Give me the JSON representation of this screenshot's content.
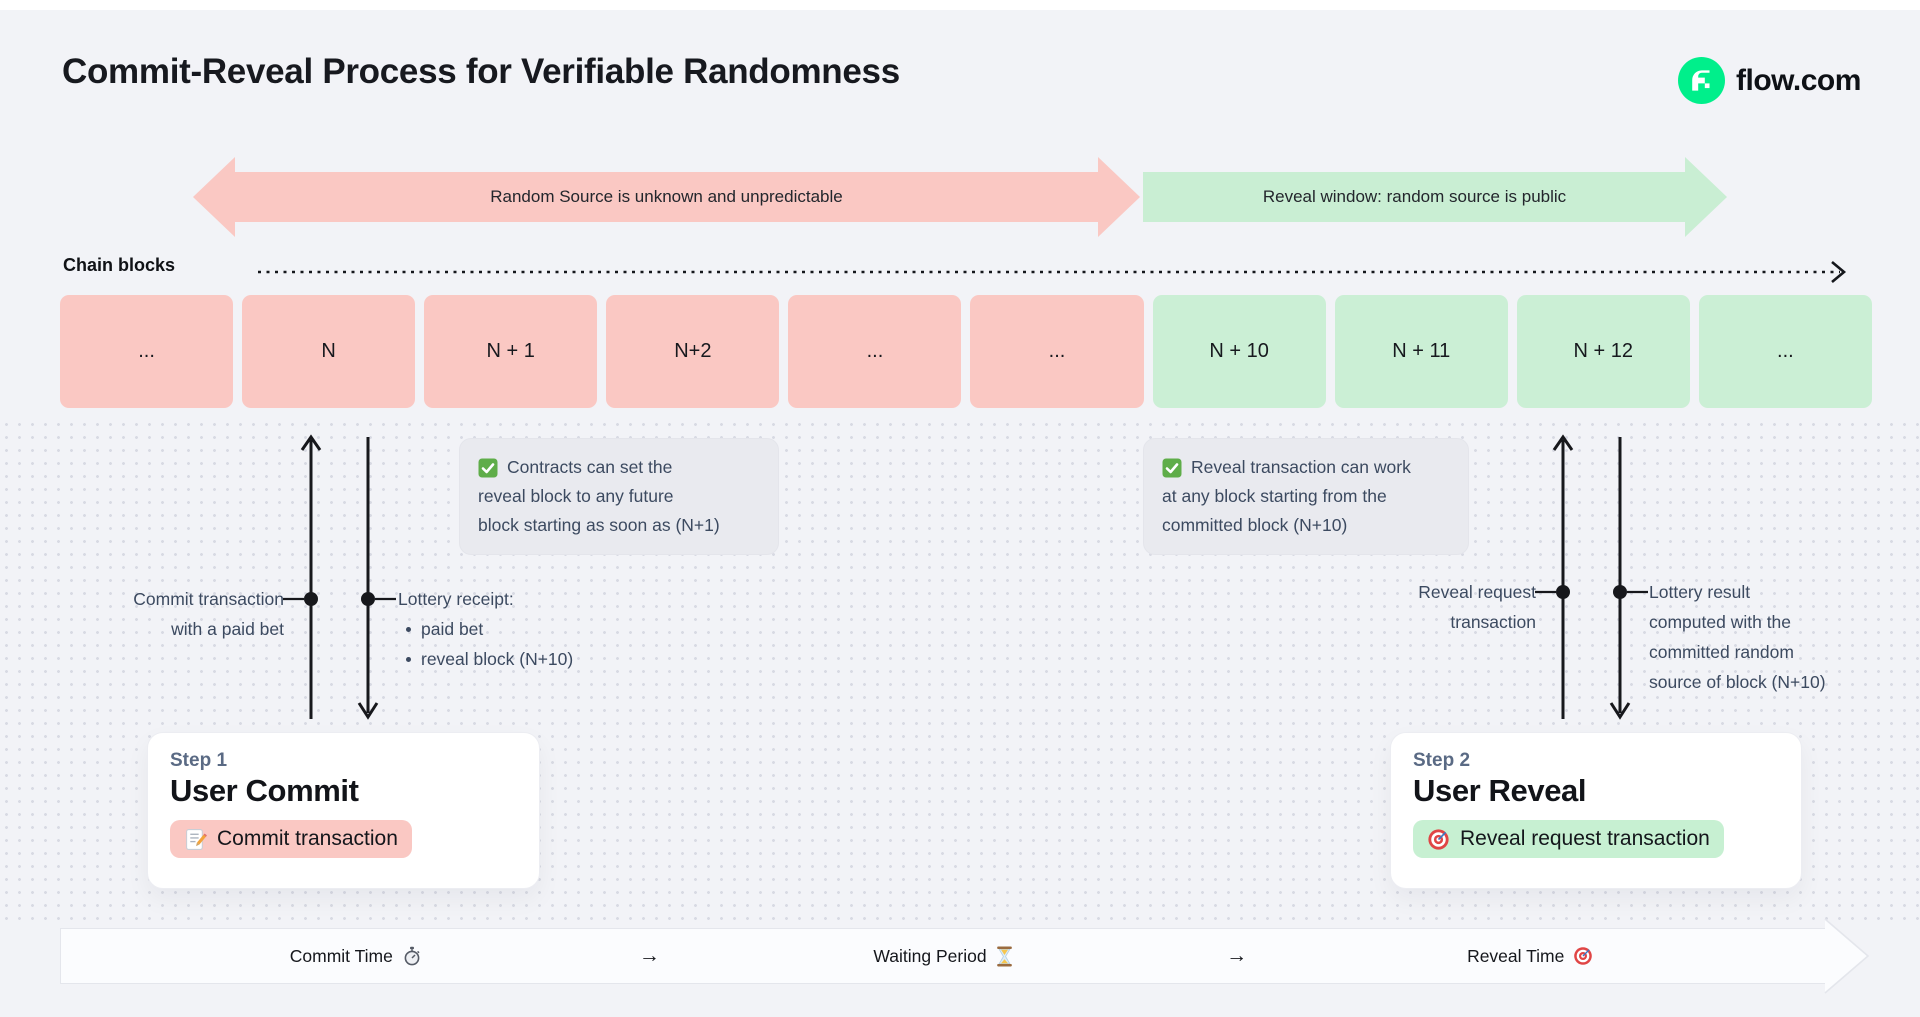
{
  "page": {
    "title": "Commit-Reveal Process for Verifiable Randomness",
    "background_color": "#F2F3F7"
  },
  "brand": {
    "label": "flow.com",
    "icon": "flow-logo-icon",
    "logo_color": "#00EF8B"
  },
  "phase_arrows": {
    "unknown": {
      "label": "Random Source is unknown and unpredictable",
      "color": "#FAC8C3",
      "direction": "double"
    },
    "reveal": {
      "label": "Reveal window: random source is public",
      "color": "#C9EED3",
      "direction": "right"
    }
  },
  "chain": {
    "label": "Chain blocks",
    "block_colors": {
      "red": "#FAC8C3",
      "green": "#CBEFD5"
    },
    "blocks": [
      {
        "label": "...",
        "tone": "red"
      },
      {
        "label": "N",
        "tone": "red"
      },
      {
        "label": "N + 1",
        "tone": "red"
      },
      {
        "label": "N+2",
        "tone": "red"
      },
      {
        "label": "...",
        "tone": "red"
      },
      {
        "label": "...",
        "tone": "red"
      },
      {
        "label": "N + 10",
        "tone": "green"
      },
      {
        "label": "N + 11",
        "tone": "green"
      },
      {
        "label": "N + 12",
        "tone": "green"
      },
      {
        "label": "...",
        "tone": "green"
      }
    ]
  },
  "notes": {
    "commit_note": {
      "icon": "check-icon",
      "lines": [
        "Contracts can set the",
        "reveal block to any future",
        "block starting as soon as (N+1)"
      ]
    },
    "reveal_note": {
      "icon": "check-icon",
      "lines": [
        "Reveal transaction can work",
        "at any block starting from the",
        "committed block (N+10)"
      ]
    }
  },
  "commit_annotations": {
    "up_arrow_label_lines": [
      "Commit transaction",
      "with a paid bet"
    ],
    "receipt_title": "Lottery receipt:",
    "receipt_items": [
      "paid bet",
      "reveal block (N+10)"
    ]
  },
  "reveal_annotations": {
    "up_arrow_label_lines": [
      "Reveal request",
      "transaction"
    ],
    "down_arrow_label_lines": [
      "Lottery result",
      "computed with the",
      "committed random",
      "source of block (N+10)"
    ]
  },
  "steps": {
    "commit": {
      "eyebrow": "Step 1",
      "title": "User Commit",
      "pill_label": "Commit transaction",
      "pill_icon": "memo-icon",
      "pill_color": "#FAC8C3"
    },
    "reveal": {
      "eyebrow": "Step 2",
      "title": "User Reveal",
      "pill_label": "Reveal request transaction",
      "pill_icon": "target-icon",
      "pill_color": "#C7F0D2"
    }
  },
  "timeline": {
    "separator": "→",
    "items": [
      {
        "label": "Commit Time",
        "icon": "stopwatch-icon"
      },
      {
        "label": "Waiting Period",
        "icon": "hourglass-icon"
      },
      {
        "label": "Reveal Time",
        "icon": "target-icon"
      }
    ]
  }
}
